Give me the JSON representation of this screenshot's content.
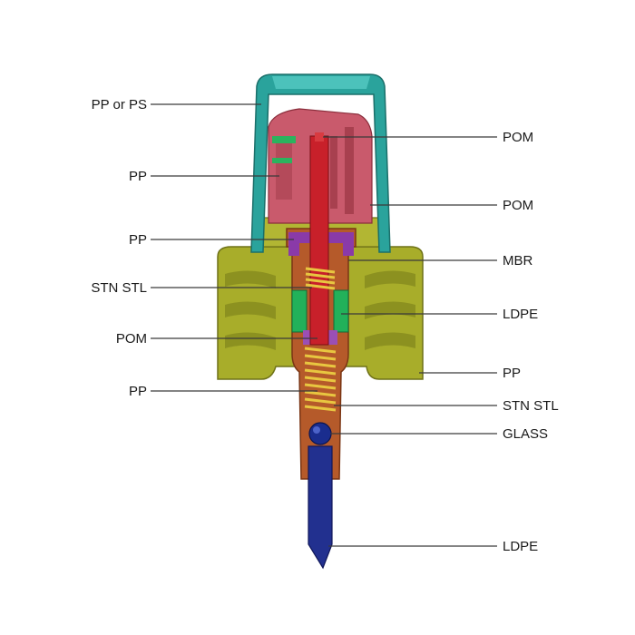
{
  "diagram": {
    "labels_left": [
      {
        "text": "PP or PS"
      },
      {
        "text": "PP"
      },
      {
        "text": "PP"
      },
      {
        "text": "STN STL"
      },
      {
        "text": "POM"
      },
      {
        "text": "PP"
      }
    ],
    "labels_right": [
      {
        "text": "POM"
      },
      {
        "text": "POM"
      },
      {
        "text": "MBR"
      },
      {
        "text": "LDPE"
      },
      {
        "text": "PP"
      },
      {
        "text": "STN STL"
      },
      {
        "text": "GLASS"
      },
      {
        "text": "LDPE"
      }
    ]
  }
}
